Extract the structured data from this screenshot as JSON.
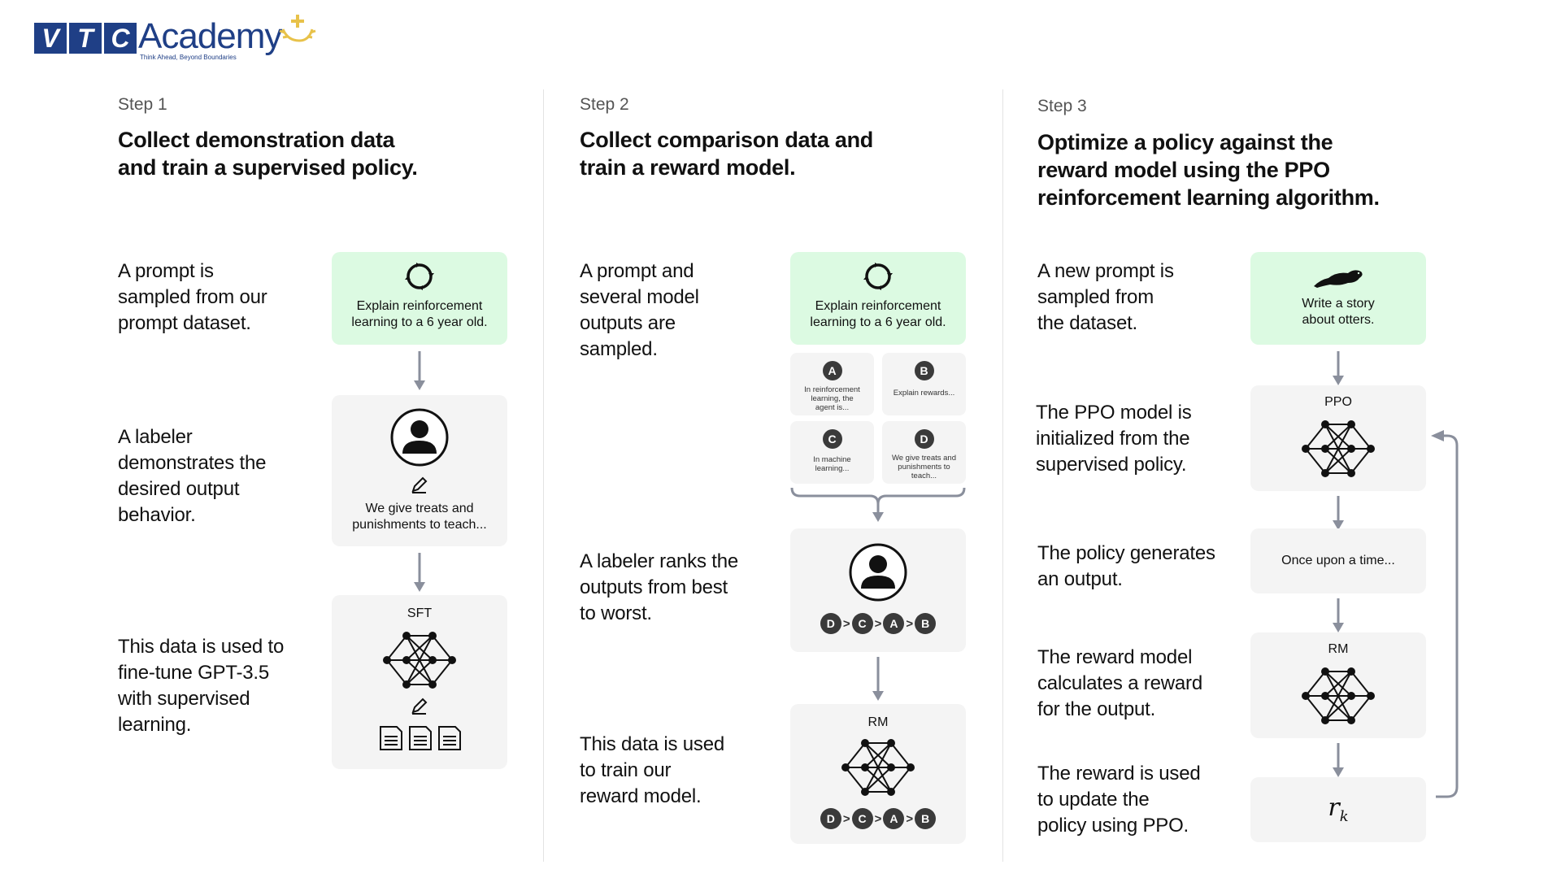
{
  "logo": {
    "letters": [
      "V",
      "T",
      "C"
    ],
    "word": "Academy",
    "tagline": "Think Ahead, Beyond Boundaries"
  },
  "step1": {
    "label": "Step 1",
    "title_line1": "Collect demonstration data",
    "title_line2": "and train a supervised policy.",
    "desc1": [
      "A prompt is",
      "sampled from our",
      "prompt dataset."
    ],
    "desc2": [
      "A labeler",
      "demonstrates the",
      "desired output",
      "behavior."
    ],
    "desc3": [
      "This data is used to",
      "fine-tune GPT-3.5",
      "with supervised",
      "learning."
    ],
    "prompt_card": [
      "Explain reinforcement",
      "learning to a 6 year old."
    ],
    "labeler_card": [
      "We give treats and",
      "punishments to teach..."
    ],
    "model_label": "SFT"
  },
  "step2": {
    "label": "Step 2",
    "title_line1": "Collect comparison data and",
    "title_line2": "train a reward model.",
    "desc1": [
      "A prompt and",
      "several model",
      "outputs are",
      "sampled."
    ],
    "desc2": [
      "A labeler ranks the",
      "outputs from best",
      "to worst."
    ],
    "desc3": [
      "This data is used",
      "to train our",
      "reward model."
    ],
    "prompt_card": [
      "Explain reinforcement",
      "learning to a 6 year old."
    ],
    "outputs": [
      {
        "letter": "A",
        "text": [
          "In reinforcement",
          "learning, the",
          "agent is..."
        ]
      },
      {
        "letter": "B",
        "text": [
          "Explain rewards..."
        ]
      },
      {
        "letter": "C",
        "text": [
          "In machine",
          "learning..."
        ]
      },
      {
        "letter": "D",
        "text": [
          "We give treats and",
          "punishments to",
          "teach..."
        ]
      }
    ],
    "ranking": [
      "D",
      "C",
      "A",
      "B"
    ],
    "model_label": "RM"
  },
  "step3": {
    "label": "Step 3",
    "title_line1": "Optimize a policy against the",
    "title_line2": "reward model using the PPO",
    "title_line3": "reinforcement learning algorithm.",
    "desc1": [
      "A new prompt is",
      "sampled from",
      "the dataset."
    ],
    "desc2": [
      "The PPO model is",
      "initialized from the",
      "supervised policy."
    ],
    "desc3": [
      "The policy generates",
      "an output."
    ],
    "desc4": [
      "The reward model",
      "calculates a reward",
      "for the output."
    ],
    "desc5": [
      "The reward is used",
      "to update the",
      "policy using PPO."
    ],
    "prompt_card": [
      "Write a story",
      "about otters."
    ],
    "ppo_label": "PPO",
    "output_text": "Once upon a time...",
    "rm_label": "RM",
    "reward_symbol": "r",
    "reward_subscript": "k"
  },
  "colors": {
    "green_card": "#dcfae2",
    "gray_card": "#f4f4f4",
    "arrow": "#8a8f9c",
    "logo_blue": "#1f3f86",
    "logo_gold": "#e8c24a"
  }
}
